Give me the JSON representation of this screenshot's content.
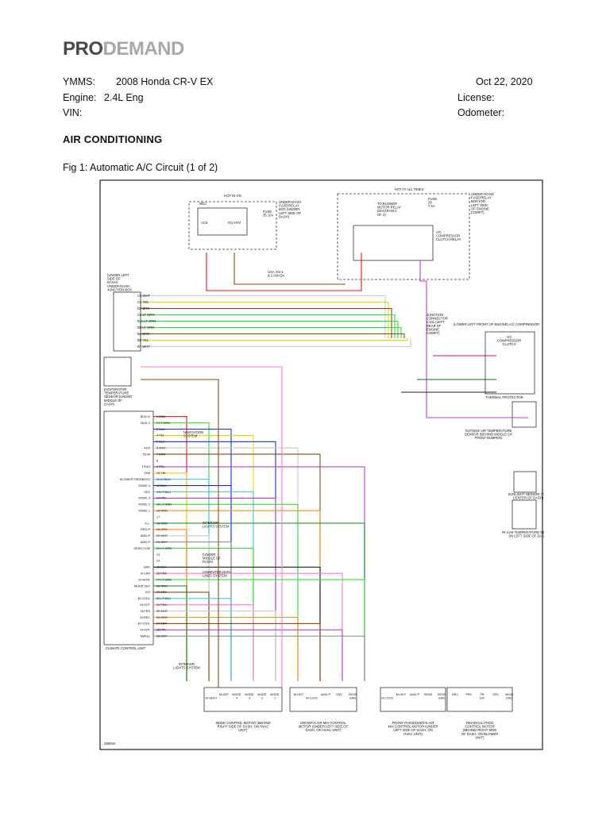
{
  "header": {
    "logo_part1": "PRO",
    "logo_part2": "DEMAND",
    "ymms_label": "YMMS:",
    "ymms_value": "2008 Honda CR-V EX",
    "engine_label": "Engine:",
    "engine_value": "2.4L Eng",
    "vin_label": "VIN:",
    "date": "Oct 22, 2020",
    "license_label": "License:",
    "odometer_label": "Odometer:"
  },
  "section_title": "AIR CONDITIONING",
  "figure_caption": "Fig 1: Automatic A/C Circuit (1 of 2)",
  "diagram": {
    "figure_id": "289294",
    "labels": {
      "hot_in_on": "HOT IN ON",
      "hot_at_all_times": "HOT AT ALL TIMES",
      "mdj": "MDJ",
      "ac6": "AC6",
      "ig2_hav": "IG2 HAV",
      "fuse_left": "FUSE 35 10A",
      "under_dash_box": "UNDER-DASH FUSE/RELAY BOX (UNDER LEFT SIDE OF DASH)",
      "to_blower": "TO BLOWER MOTOR RELAY (DIAGRAM 2 OF 2)",
      "fuse_right": "FUSE 28 7.5A",
      "under_hood_box": "UNDER-HOOD FUSE/RELAY BOX (ON LEFT SIDE OF ENGINE COMPT)",
      "ac_clutch_relay": "A/C COMPRESSOR CLUTCH RELAY",
      "usa_ex": "USA: EX-L & CANADA",
      "junction_box": "(UNDER LEFT SIDE OF DASH) UNDER-DASH JUNCTION BOX",
      "junction_connector": "JUNCTION CONNECTOR C101 (LEFT REAR OF ENGINE COMPT)",
      "lower_left_front": "(LOWER LEFT FRONT OF ENGINE) A/C COMPRESSOR",
      "ac_clutch": "A/C COMPRESSOR CLUTCH",
      "thermal_protector": "THERMAL PROTECTOR",
      "evap_sensor": "EVAPORATOR TEMPERATURE SENSOR (UNDER MIDDLE OF DASH)",
      "outside_air_sensor": "OUTSIDE AIR TEMPERATURE SENSOR (BEHIND MIDDLE OF FRONT BUMPER)",
      "navigation": "NAVIGATION SYSTEM",
      "interior_lights_1": "INTERIOR LIGHTS SYSTEM",
      "under_middle_dash": "(UNDER MIDDLE OF DASH)",
      "computer_data": "COMPUTER DATA LINES SYSTEM",
      "sunlight_sensor": "SUNLIGHT SENSOR (TOP CENTER OF DASH)",
      "incar_sensor": "IN-CAR TEMPERATURE SENSOR (IN LEFT SIDE OF DASH)",
      "climate_unit": "CLIMATE CONTROL UNIT",
      "interior_lights_2": "INTERIOR LIGHTS SYSTEM",
      "mode_motor": "MODE CONTROL MOTOR (BEHIND RIGHT SIDE OF DASH, ON HVAC UNIT)",
      "driver_air_mix": "DRIVER'S AIR MIX CONTROL MOTOR (UNDER LEFT SIDE OF DASH, ON HVAC UNIT)",
      "pass_air_mix": "FRONT PASSENGER'S AIR MIX CONTROL MOTOR (UNDER LEFT SIDE OF DASH, ON HVAC UNIT)",
      "recirc_motor": "RECIRCULATION CONTROL MOTOR (BEHIND RIGHT SIDE OF DASH, ON BLOWER UNIT)"
    },
    "junction_pins": [
      {
        "pin": "C8",
        "wire": "WHT"
      },
      {
        "pin": "C4",
        "wire": "YEL"
      },
      {
        "pin": "D3",
        "wire": "BRN"
      },
      {
        "pin": "C6",
        "wire": "LT GRN"
      },
      {
        "pin": "B11",
        "wire": "LT GRN"
      },
      {
        "pin": "B8",
        "wire": "LT GRN"
      },
      {
        "pin": "B4",
        "wire": "BRN"
      },
      {
        "pin": "B8",
        "wire": "YEL"
      },
      {
        "pin": "B7",
        "wire": "WHT"
      }
    ],
    "ccu_pins": [
      {
        "n": "1",
        "name": "BLW-G",
        "wire": "RED"
      },
      {
        "n": "2",
        "name": "BLW-V",
        "wire": "LT GRN"
      },
      {
        "n": "3",
        "name": "",
        "wire": "BLU"
      },
      {
        "n": "4",
        "name": "",
        "wire": "YEL"
      },
      {
        "n": "5",
        "name": "",
        "wire": "BLU"
      },
      {
        "n": "6",
        "name": "ACS",
        "wire": "WHT"
      },
      {
        "n": "7",
        "name": "TEVA",
        "wire": "BRN"
      },
      {
        "n": "8",
        "name": "",
        "wire": ""
      },
      {
        "n": "9",
        "name": "TSUN",
        "wire": "PPL"
      },
      {
        "n": "10",
        "name": "TAM",
        "wire": "YEL"
      },
      {
        "n": "11",
        "name": "BLOWER FEEDBACK",
        "wire": "LT BLU"
      },
      {
        "n": "12",
        "name": "MODE 4",
        "wire": "BLU"
      },
      {
        "n": "13",
        "name": "SSV",
        "wire": "LT BLU"
      },
      {
        "n": "14",
        "name": "MODE 3",
        "wire": "PPL"
      },
      {
        "n": "15",
        "name": "MODE 2",
        "wire": "LT GRN"
      },
      {
        "n": "16",
        "name": "MODE 1",
        "wire": "ORG"
      },
      {
        "n": "17",
        "name": "",
        "wire": ""
      },
      {
        "n": "18",
        "name": "ILL-",
        "wire": "GRN"
      },
      {
        "n": "19",
        "name": "RED-P",
        "wire": "ORG"
      },
      {
        "n": "20",
        "name": "AMD-P",
        "wire": "WHT"
      },
      {
        "n": "21",
        "name": "AMD-P",
        "wire": "GRY"
      },
      {
        "n": "22",
        "name": "SENS-COM",
        "wire": "LT GRN"
      },
      {
        "n": "23",
        "name": "",
        "wire": ""
      },
      {
        "n": "24",
        "name": "",
        "wire": ""
      },
      {
        "n": "25",
        "name": "GND",
        "wire": "BLK"
      },
      {
        "n": "26",
        "name": "B-CAN",
        "wire": "PNK"
      },
      {
        "n": "27",
        "name": "M-VENT",
        "wire": "LT GRN"
      },
      {
        "n": "28",
        "name": "MODE DEF",
        "wire": "GRN"
      },
      {
        "n": "29",
        "name": "IG2",
        "wire": "BRN"
      },
      {
        "n": "30",
        "name": "M-COOL",
        "wire": "LT BLU"
      },
      {
        "n": "31",
        "name": "M-HOT",
        "wire": "PNK"
      },
      {
        "n": "32",
        "name": "M-FRS",
        "wire": "WHT"
      },
      {
        "n": "33",
        "name": "M-REC",
        "wire": "ORG"
      },
      {
        "n": "34",
        "name": "M-COOL",
        "wire": "BRN"
      },
      {
        "n": "35",
        "name": "M-HOT",
        "wire": "PPL"
      },
      {
        "n": "36",
        "name": "SMALL",
        "wire": "GRY"
      }
    ],
    "motor_pins": {
      "mode": [
        "M-VENT",
        "M-DEF",
        "MODE 4",
        "MODE 3",
        "MODE 2",
        "MODE 1"
      ],
      "driver": [
        "M-HOT",
        "M-COOL",
        "AMD-P",
        "SSV",
        "SENS GND"
      ],
      "pass": [
        "M-COOL",
        "M-HOT",
        "AMD-P",
        "SENS",
        "SENS GND"
      ],
      "recirc": [
        "REC",
        "FRS",
        "FR D/P",
        "SSV",
        "SENS GND"
      ]
    }
  }
}
